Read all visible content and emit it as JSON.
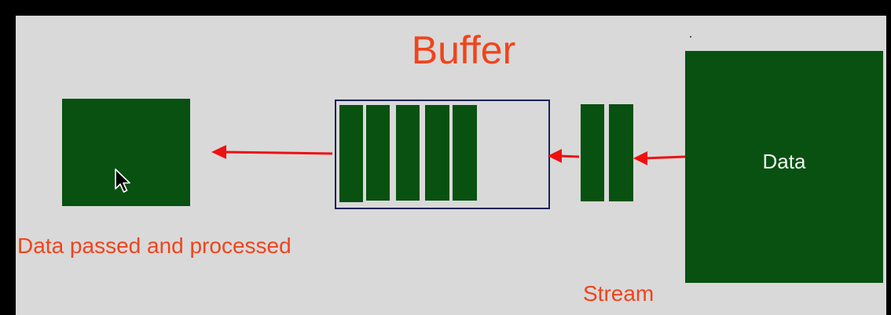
{
  "diagram": {
    "title": "Buffer",
    "data_label": "Data",
    "processed_caption": "Data passed and processed",
    "stream_caption": "Stream",
    "colors": {
      "background": "#d9d9d9",
      "box_fill": "#085111",
      "accent_text": "#f0441c",
      "arrow": "#ee1111",
      "buffer_border": "#1c2258",
      "outer_frame": "#000000"
    },
    "buffer_chunk_count": 5,
    "stream_chunk_count": 2,
    "icons": [
      "mouse-cursor-icon"
    ]
  }
}
